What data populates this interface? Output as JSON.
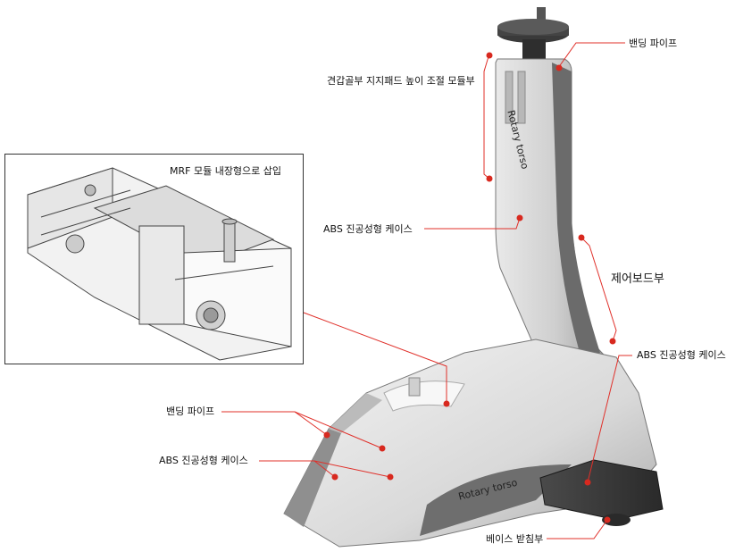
{
  "inset": {
    "title": "MRF 모듈 내장형으로 삽입"
  },
  "labels": {
    "bending_pipe_top": "밴딩 파이프",
    "shoulder_pad": "견갑골부 지지패드 높이 조절 모듈부",
    "abs_case_upper": "ABS 진공성형 케이스",
    "control_board": "제어보드부",
    "abs_case_right": "ABS 진공성형 케이스",
    "bending_pipe_left": "밴딩 파이프",
    "abs_case_left": "ABS 진공성형 케이스",
    "base_support": "베이스 받침부"
  },
  "product_text": {
    "column": "Rotary torso",
    "base": "Rotary torso"
  },
  "colors": {
    "leader_line": "#e0302a",
    "dot": "#d8291f"
  }
}
